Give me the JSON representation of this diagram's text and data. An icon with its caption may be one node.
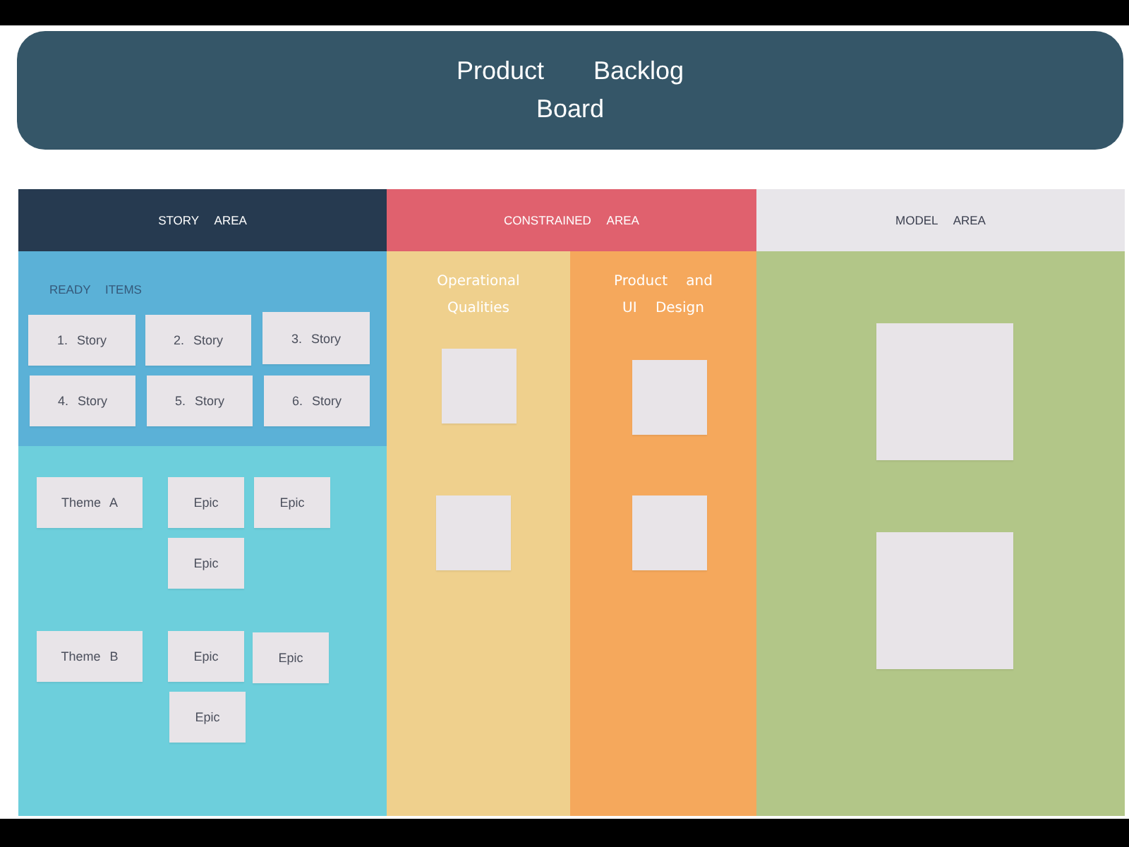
{
  "diagram": {
    "title": "Product Backlog Board",
    "nodes": [
      {
        "text": [
          "STORY AREA"
        ]
      },
      {
        "text": [
          "READY ITEMS"
        ],
        "in": 0
      },
      {
        "text": [
          "1. Story"
        ],
        "in": 1
      },
      {
        "text": [
          "2. Story"
        ],
        "in": 1
      },
      {
        "text": [
          "3. Story"
        ],
        "in": 1
      },
      {
        "text": [
          "4. Story"
        ],
        "in": 1
      },
      {
        "text": [
          "5. Story"
        ],
        "in": 1
      },
      {
        "text": [
          "6. Story"
        ],
        "in": 1
      },
      {
        "text": [
          "Theme A"
        ],
        "in": 0
      },
      {
        "text": [
          "Epic"
        ],
        "in": 0
      },
      {
        "text": [
          "Epic"
        ],
        "in": 0
      },
      {
        "text": [
          "Epic"
        ],
        "in": 0
      },
      {
        "text": [
          "Theme B"
        ],
        "in": 0
      },
      {
        "text": [
          "Epic"
        ],
        "in": 0
      },
      {
        "text": [
          "Epic"
        ],
        "in": 0
      },
      {
        "text": [
          "Epic"
        ],
        "in": 0
      },
      {
        "text": [
          "CONSTRAINED AREA"
        ]
      },
      {
        "text": [
          "Operational Qualities"
        ],
        "in": 16
      },
      {
        "text": [],
        "shape": "box",
        "in": 17
      },
      {
        "text": [],
        "shape": "box",
        "in": 17
      },
      {
        "text": [
          "Product and UI Design"
        ],
        "in": 16
      },
      {
        "text": [],
        "shape": "box",
        "in": 20
      },
      {
        "text": [],
        "shape": "box",
        "in": 20
      },
      {
        "text": [
          "MODEL AREA"
        ]
      },
      {
        "text": [],
        "shape": "box",
        "in": 23
      },
      {
        "text": [],
        "shape": "box",
        "in": 23
      }
    ]
  }
}
